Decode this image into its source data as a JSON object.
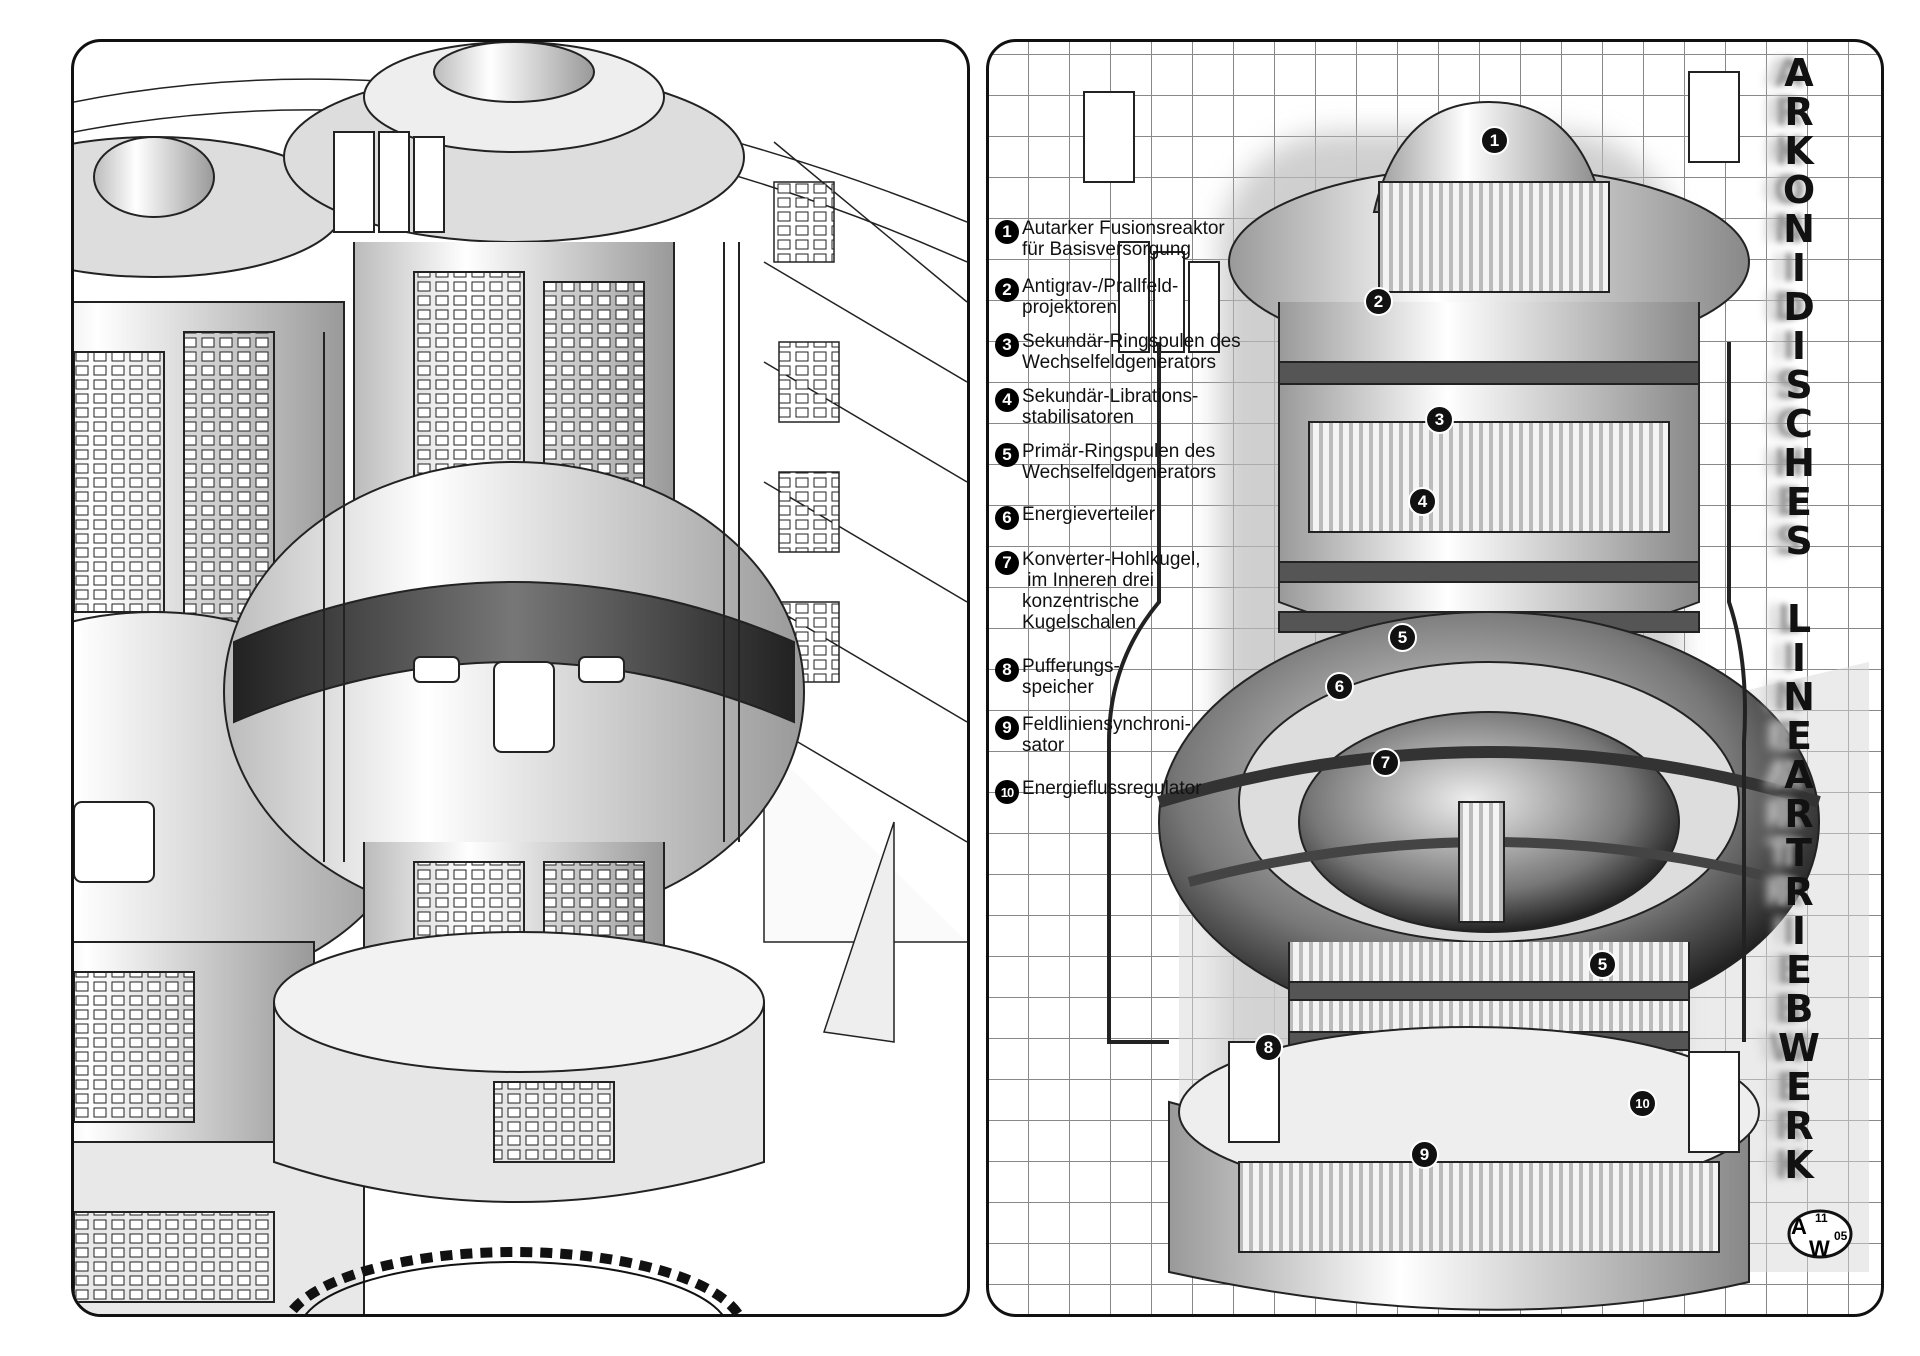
{
  "title": "ARKONIDISCHES LINEARTRIEBWERK",
  "title_letters": [
    "A",
    "R",
    "K",
    "O",
    "N",
    "I",
    "D",
    "I",
    "S",
    "C",
    "H",
    "E",
    "S",
    " ",
    "L",
    "I",
    "N",
    "E",
    "A",
    "R",
    "T",
    "R",
    "I",
    "E",
    "B",
    "W",
    "E",
    "R",
    "K"
  ],
  "legend": [
    {
      "num": "1",
      "lines": [
        "Autarker Fusionsreaktor",
        "für Basisversorgung"
      ]
    },
    {
      "num": "2",
      "lines": [
        "Antigrav-/Prallfeld-",
        "projektoren"
      ]
    },
    {
      "num": "3",
      "lines": [
        "Sekundär-Ringspulen des",
        "Wechselfeldgenerators"
      ]
    },
    {
      "num": "4",
      "lines": [
        "Sekundär-Librations-",
        "stabilisatoren"
      ]
    },
    {
      "num": "5",
      "lines": [
        "Primär-Ringspulen des",
        "Wechselfeldgenerators"
      ]
    },
    {
      "num": "6",
      "lines": [
        "Energieverteiler"
      ]
    },
    {
      "num": "7",
      "lines": [
        "Konverter-Hohlkugel,",
        " im Inneren drei",
        "konzentrische",
        "Kugelschalen"
      ]
    },
    {
      "num": "8",
      "lines": [
        "Pufferungs-",
        "speicher"
      ]
    },
    {
      "num": "9",
      "lines": [
        "Feldliniensynchroni-",
        "sator"
      ]
    },
    {
      "num": "10",
      "lines": [
        "Energieflussregulator"
      ]
    }
  ],
  "callouts": [
    "1",
    "2",
    "3",
    "4",
    "5",
    "6",
    "7",
    "5",
    "8",
    "9",
    "10"
  ],
  "signature": {
    "initials_top": "A",
    "initials_bottom": "W",
    "num_top": "11",
    "num_bottom": "05"
  }
}
